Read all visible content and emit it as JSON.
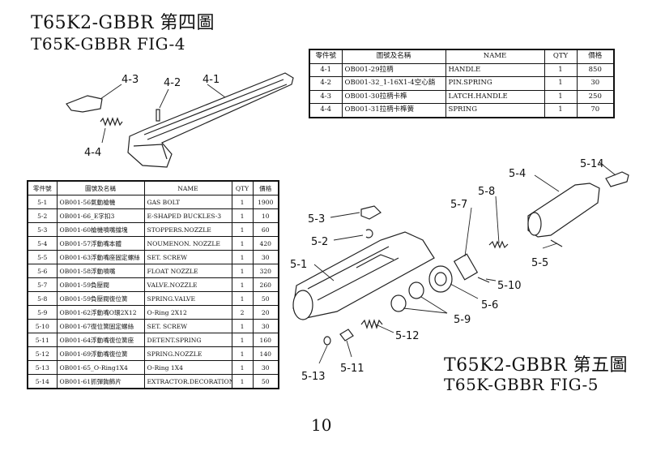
{
  "fig4": {
    "title_cn": "T65K2-GBBR 第四圖",
    "title_en": "T65K-GBBR FIG-4",
    "callouts": [
      "4-3",
      "4-2",
      "4-1",
      "4-4"
    ],
    "table": {
      "headers": [
        "零件號",
        "圖號及名稱",
        "NAME",
        "QTY",
        "價格"
      ],
      "rows": [
        [
          "4-1",
          "OB001-29拉柄",
          "HANDLE",
          "1",
          "850"
        ],
        [
          "4-2",
          "OB001-32_1-16X1-4空心銷",
          "PIN.SPRING",
          "1",
          "30"
        ],
        [
          "4-3",
          "OB001-30拉柄卡榫",
          "LATCH.HANDLE",
          "1",
          "250"
        ],
        [
          "4-4",
          "OB001-31拉柄卡榫簧",
          "SPRING",
          "1",
          "70"
        ]
      ]
    }
  },
  "fig5": {
    "title_cn": "T65K2-GBBR 第五圖",
    "title_en": "T65K-GBBR FIG-5",
    "callouts": [
      "5-14",
      "5-4",
      "5-8",
      "5-7",
      "5-3",
      "5-2",
      "5-1",
      "5-5",
      "5-10",
      "5-6",
      "5-9",
      "5-12",
      "5-13",
      "5-11"
    ],
    "table": {
      "headers": [
        "零件號",
        "圖號及名稱",
        "NAME",
        "QTY",
        "價格"
      ],
      "rows": [
        [
          "5-1",
          "OB001-56氣動槍機",
          "GAS BOLT",
          "1",
          "1900"
        ],
        [
          "5-2",
          "OB001-66_E字扣3",
          "E-SHAPED BUCKLES-3",
          "1",
          "10"
        ],
        [
          "5-3",
          "OB001-60槍機噴嘴擋塊",
          "STOPPERS.NOZZLE",
          "1",
          "60"
        ],
        [
          "5-4",
          "OB001-57浮動嘴本體",
          "NOUMENON. NOZZLE",
          "1",
          "420"
        ],
        [
          "5-5",
          "OB001-63浮動嘴座固定螺絲",
          "SET. SCREW",
          "1",
          "30"
        ],
        [
          "5-6",
          "OB001-58浮動噴嘴",
          "FLOAT NOZZLE",
          "1",
          "320"
        ],
        [
          "5-7",
          "OB001-59負壓閥",
          "VALVE.NOZZLE",
          "1",
          "260"
        ],
        [
          "5-8",
          "OB001-59負壓閥復位簧",
          "SPRING.VALVE",
          "1",
          "50"
        ],
        [
          "5-9",
          "OB001-62浮動嘴O環2X12",
          "O-Ring 2X12",
          "2",
          "20"
        ],
        [
          "5-10",
          "OB001-67復位簧固定螺絲",
          "SET. SCREW",
          "1",
          "30"
        ],
        [
          "5-11",
          "OB001-64浮動嘴復位簧座",
          "DETENT.SPRING",
          "1",
          "160"
        ],
        [
          "5-12",
          "OB001-69浮動嘴復位簧",
          "SPRING.NOZZLE",
          "1",
          "140"
        ],
        [
          "5-13",
          "OB001-65_O-Ring1X4",
          "O-Ring 1X4",
          "1",
          "30"
        ],
        [
          "5-14",
          "OB001-61抓彈鉤飾片",
          "EXTRACTOR.DECORATIONS",
          "1",
          "50"
        ]
      ]
    }
  },
  "page_number": "10"
}
